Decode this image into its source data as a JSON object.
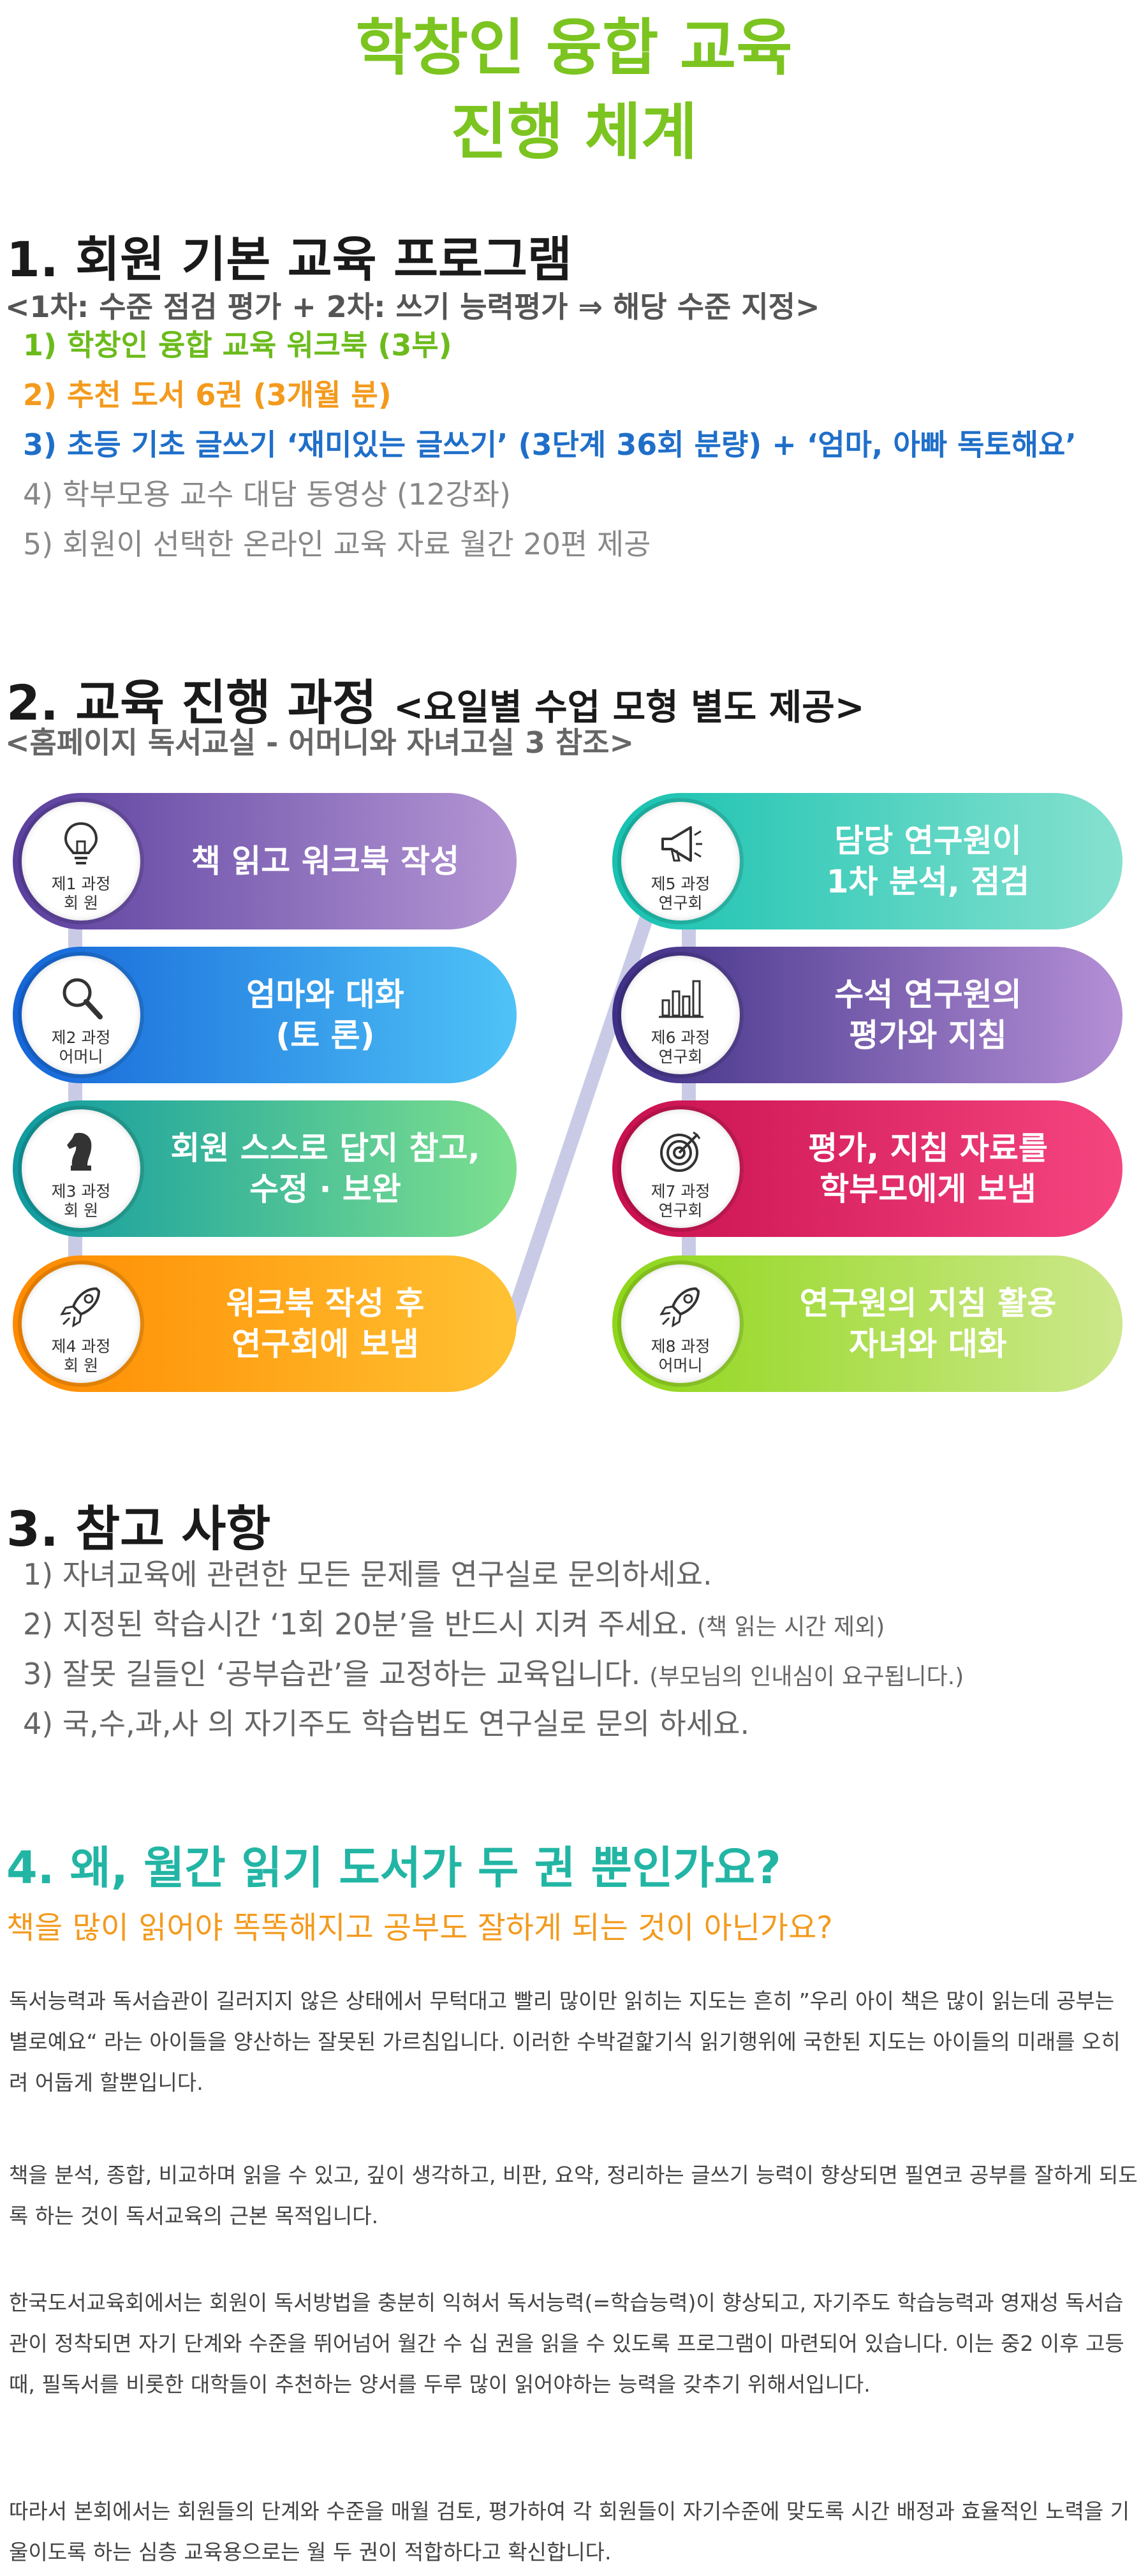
{
  "title": {
    "line1": "학창인 융합 교육",
    "line2": "진행 체계"
  },
  "section1": {
    "title": "1. 회원 기본 교육 프로그램",
    "subtitle": "<1차: 수준 점검 평가 + 2차: 쓰기 능력평가 ⇒ 해당 수준 지정>",
    "items": [
      {
        "text": "1) 학창인 융합 교육 워크북 (3부)",
        "color": "#6cbb1c"
      },
      {
        "text": "2) 추천 도서 6권 (3개월 분)",
        "color": "#f39a1d"
      },
      {
        "text": "3) 초등 기초 글쓰기 ‘재미있는 글쓰기’ (3단계 36회 분량) + ‘엄마, 아빠 독토해요’",
        "color": "#1f6fc9"
      },
      {
        "text": "4) 학부모용 교수 대담 동영상 (12강좌)",
        "color": "#888888"
      },
      {
        "text": "5) 회원이 선택한 온라인 교육 자료 월간 20편 제공",
        "color": "#888888"
      }
    ]
  },
  "section2": {
    "title": "2. 교육 진행 과정",
    "title_sub": "<요일별 수업 모형 별도 제공>",
    "subtitle": "<홈페이지 독서교실 - 어머니와 자녀고실 3 참조>",
    "steps": [
      {
        "stage": "제1 과정",
        "who": "회 원",
        "label": "책 읽고 워크북 작성",
        "icon": "lightbulb-icon",
        "from": "#5a3f9e",
        "to": "#b496d4"
      },
      {
        "stage": "제2 과정",
        "who": "어머니",
        "label": "엄마와 대화\n(토 론)",
        "icon": "search-icon",
        "from": "#1565d8",
        "to": "#4fc3f7"
      },
      {
        "stage": "제3 과정",
        "who": "회 원",
        "label": "회원 스스로 답지 참고,\n수정 · 보완",
        "icon": "chess-knight-icon",
        "from": "#0f9aa0",
        "to": "#7ee08f"
      },
      {
        "stage": "제4 과정",
        "who": "회 원",
        "label": "워크북 작성 후\n연구회에 보냄",
        "icon": "rocket-icon",
        "from": "#ff8a00",
        "to": "#ffc233"
      },
      {
        "stage": "제5 과정",
        "who": "연구회",
        "label": "담당 연구원이\n1차 분석, 점검",
        "icon": "megaphone-icon",
        "from": "#17c1b0",
        "to": "#86e1cf"
      },
      {
        "stage": "제6 과정",
        "who": "연구회",
        "label": "수석 연구원의\n평가와 지침",
        "icon": "bar-chart-icon",
        "from": "#3e2f86",
        "to": "#b48fd6"
      },
      {
        "stage": "제7 과정",
        "who": "연구회",
        "label": "평가, 지침 자료를\n학부모에게 보냄",
        "icon": "target-icon",
        "from": "#c8104f",
        "to": "#f5457f"
      },
      {
        "stage": "제8 과정",
        "who": "어머니",
        "label": "연구원의 지침 활용\n자녀와 대화",
        "icon": "rocket-icon",
        "from": "#8fd619",
        "to": "#cde88c"
      }
    ]
  },
  "section3": {
    "title": "3. 참고 사항",
    "items": [
      {
        "text": "1) 자녀교육에 관련한 모든 문제를 연구실로 문의하세요.",
        "note": ""
      },
      {
        "text": "2) 지정된 학습시간 ‘1회 20분’을 반드시 지켜 주세요.",
        "note": "(책 읽는 시간 제외)"
      },
      {
        "text": "3) 잘못 길들인 ‘공부습관’을 교정하는 교육입니다.",
        "note": "(부모님의 인내심이 요구됩니다.)"
      },
      {
        "text": "4) 국,수,과,사 의 자기주도 학습법도 연구실로 문의 하세요.",
        "note": ""
      }
    ]
  },
  "section4": {
    "title": "4. 왜, 월간 읽기 도서가 두 권 뿐인가요?",
    "subtitle": "책을 많이 읽어야 똑똑해지고 공부도 잘하게 되는 것이 아닌가요?",
    "paragraphs": [
      "독서능력과 독서습관이 길러지지 않은 상태에서 무턱대고 빨리 많이만 읽히는 지도는 흔히 ”우리 아이 책은 많이 읽는데 공부는 별로예요“ 라는 아이들을 양산하는 잘못된 가르침입니다. 이러한 수박겉핥기식 읽기행위에 국한된 지도는 아이들의 미래를 오히려 어둡게 할뿐입니다.",
      "책을 분석, 종합, 비교하며 읽을 수 있고, 깊이 생각하고, 비판, 요약, 정리하는 글쓰기 능력이 향상되면 필연코 공부를 잘하게 되도록 하는 것이 독서교육의 근본 목적입니다.",
      "한국도서교육회에서는 회원이 독서방법을 충분히 익혀서 독서능력(=학습능력)이 향상되고, 자기주도 학습능력과 영재성 독서습관이 정착되면 자기 단계와 수준을 뛰어넘어 월간 수 십 권을 읽을 수 있도록 프로그램이 마련되어 있습니다. 이는 중2 이후 고등 때, 필독서를 비롯한 대학들이 추천하는 양서를 두루 많이 읽어야하는 능력을 갖추기 위해서입니다.",
      " 따라서 본회에서는 회원들의 단계와 수준을 매월 검토, 평가하여 각 회원들이 자기수준에 맞도록 시간 배정과 효율적인 노력을 기울이도록 하는 심층 교육용으로는 월 두 권이 적합하다고 확신합니다."
    ]
  }
}
